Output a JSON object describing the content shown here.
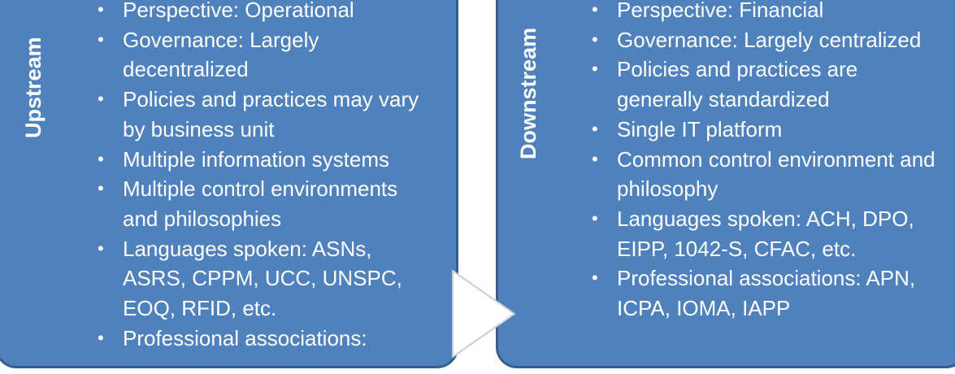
{
  "upstream": {
    "label": "Upstream",
    "bullets": [
      "Perspective: Operational",
      "Governance: Largely decentralized",
      "Policies and practices may vary by business unit",
      "Multiple information systems",
      "Multiple control environments and philosophies",
      "Languages spoken: ASNs, ASRS, CPPM, UCC, UNSPC, EOQ, RFID, etc.",
      "Professional associations:"
    ]
  },
  "downstream": {
    "label": "Downstream",
    "bullets": [
      "Perspective: Financial",
      "Governance: Largely centralized",
      "Policies and practices are generally standardized",
      "Single IT platform",
      "Common control environment and philosophy",
      "Languages spoken: ACH, DPO, EIPP, 1042-S, CFAC, etc.",
      "Professional associations: APN, ICPA, IOMA, IAPP"
    ]
  },
  "colors": {
    "panel_fill": "#4f81bd",
    "panel_border": "#385d8a",
    "text": "#ffffff",
    "arrow_fill": "#ffffff"
  }
}
